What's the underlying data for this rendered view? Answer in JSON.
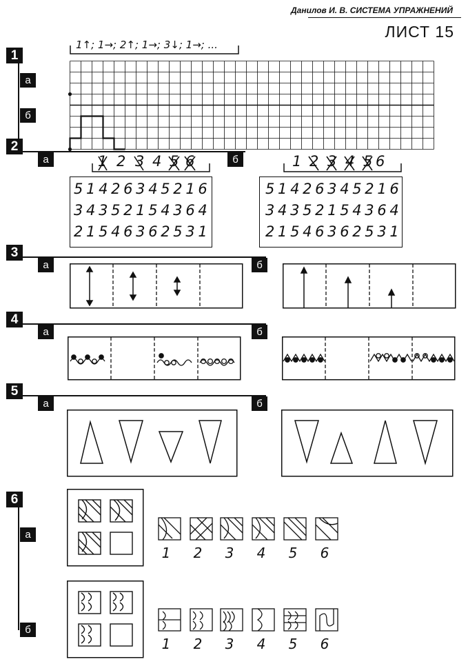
{
  "header": {
    "author_title": "Данилов И. В. СИСТЕМА УПРАЖНЕНИЙ",
    "sheet": "ЛИСТ 15"
  },
  "sections": {
    "s1": {
      "number": "1",
      "sub_a": "а",
      "sub_b": "б",
      "dictation": "1↑; 1→; 2↑; 1→; 3↓; 1→; ..."
    },
    "s2": {
      "number": "2",
      "sub_a": "а",
      "sub_b": "б",
      "left_key": [
        "1",
        "2",
        "3",
        "4",
        "5",
        "6"
      ],
      "right_key": [
        "1",
        "2",
        "3",
        "4",
        "5",
        "6"
      ],
      "rows": [
        "5 1 4 2 6 3 4 5 2 1 6",
        "3 4 3 5 2 1 5 4 3 6 4",
        "2 1 5 4 6 3 6 2 5 3 1"
      ]
    },
    "s3": {
      "number": "3",
      "sub_a": "а",
      "sub_b": "б"
    },
    "s4": {
      "number": "4",
      "sub_a": "а",
      "sub_b": "б"
    },
    "s5": {
      "number": "5",
      "sub_a": "а",
      "sub_b": "б"
    },
    "s6": {
      "number": "6",
      "sub_a": "а",
      "sub_b": "б",
      "option_labels": [
        "1",
        "2",
        "3",
        "4",
        "5",
        "6"
      ]
    }
  }
}
